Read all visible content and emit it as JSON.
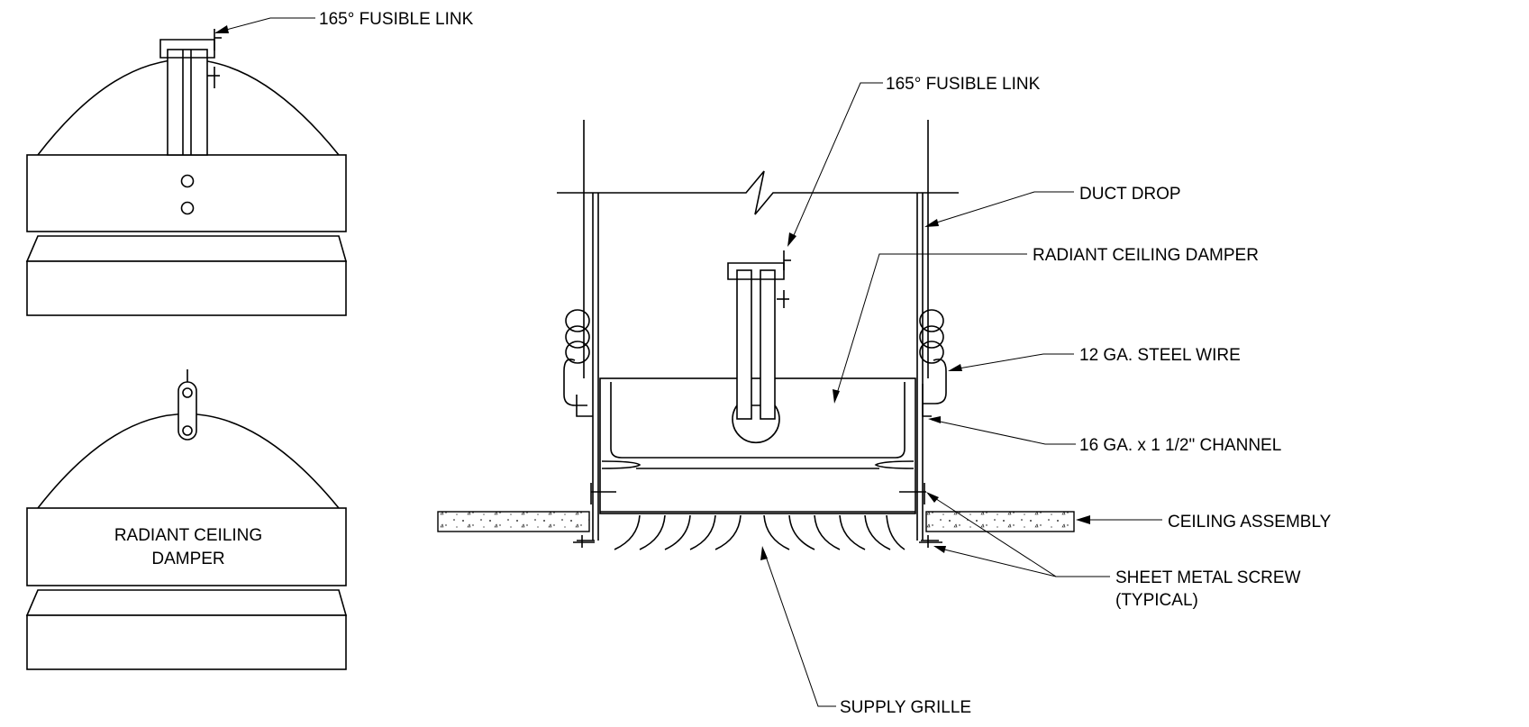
{
  "colors": {
    "line": "#000000",
    "background": "#ffffff"
  },
  "labels": {
    "top_view_link": "165° FUSIBLE LINK",
    "box_label_line1": "RADIANT CEILING",
    "box_label_line2": "DAMPER",
    "section_link": "165° FUSIBLE LINK",
    "duct_drop": "DUCT DROP",
    "radiant_damper": "RADIANT CEILING DAMPER",
    "steel_wire": "12 GA. STEEL WIRE",
    "channel": "16 GA. x 1 1/2\" CHANNEL",
    "ceiling_assembly": "CEILING ASSEMBLY",
    "screw_line1": "SHEET METAL SCREW",
    "screw_line2": "(TYPICAL)",
    "supply_grille": "SUPPLY GRILLE"
  }
}
